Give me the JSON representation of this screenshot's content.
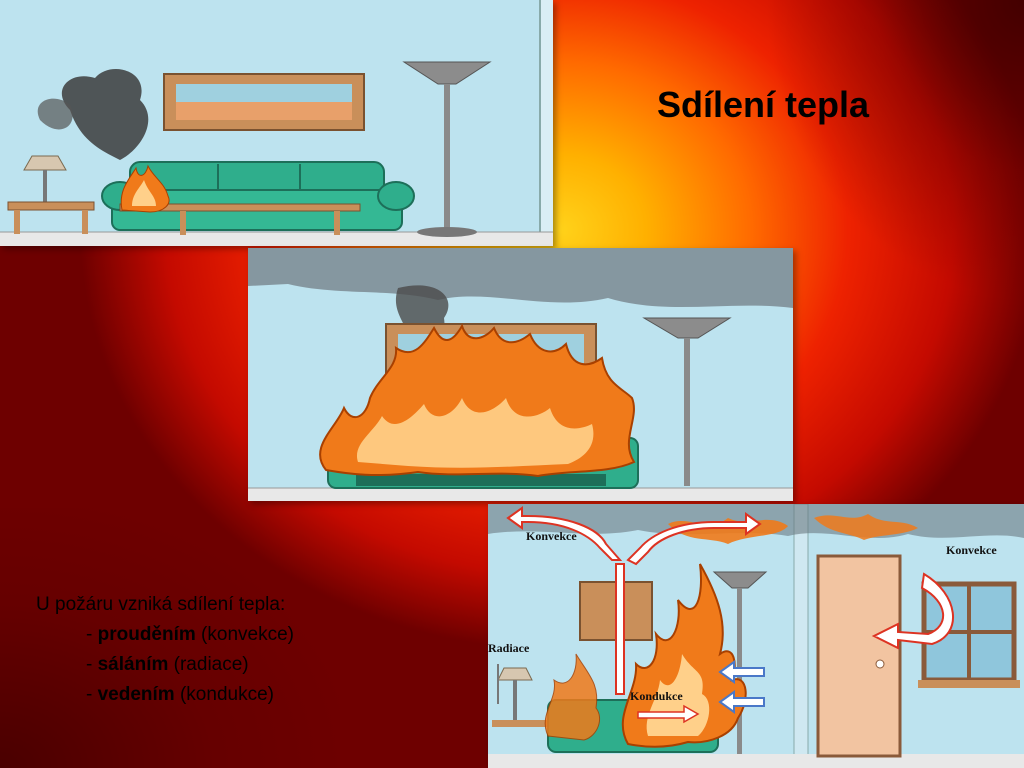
{
  "slide": {
    "title": "Sdílení tepla",
    "intro": "U požáru vzniká sdílení tepla:",
    "items": [
      {
        "dash": "- ",
        "bold": "prouděním",
        "rest": " (konvekce)"
      },
      {
        "dash": "- ",
        "bold": "sáláním",
        "rest": " (radiace)"
      },
      {
        "dash": "- ",
        "bold": "vedením",
        "rest": " (kondukce)"
      }
    ]
  },
  "illustration_labels": {
    "konvekce_left": "Konvekce",
    "konvekce_right": "Konvekce",
    "radiace": "Radiace",
    "kondukce": "Kondukce"
  },
  "colors": {
    "wall": "#bde3ef",
    "sofa": "#2fae8c",
    "frame": "#c98f5a",
    "flame_outer": "#f07a1a",
    "flame_inner": "#ffd08a",
    "smoke": "#4a4a4a"
  }
}
